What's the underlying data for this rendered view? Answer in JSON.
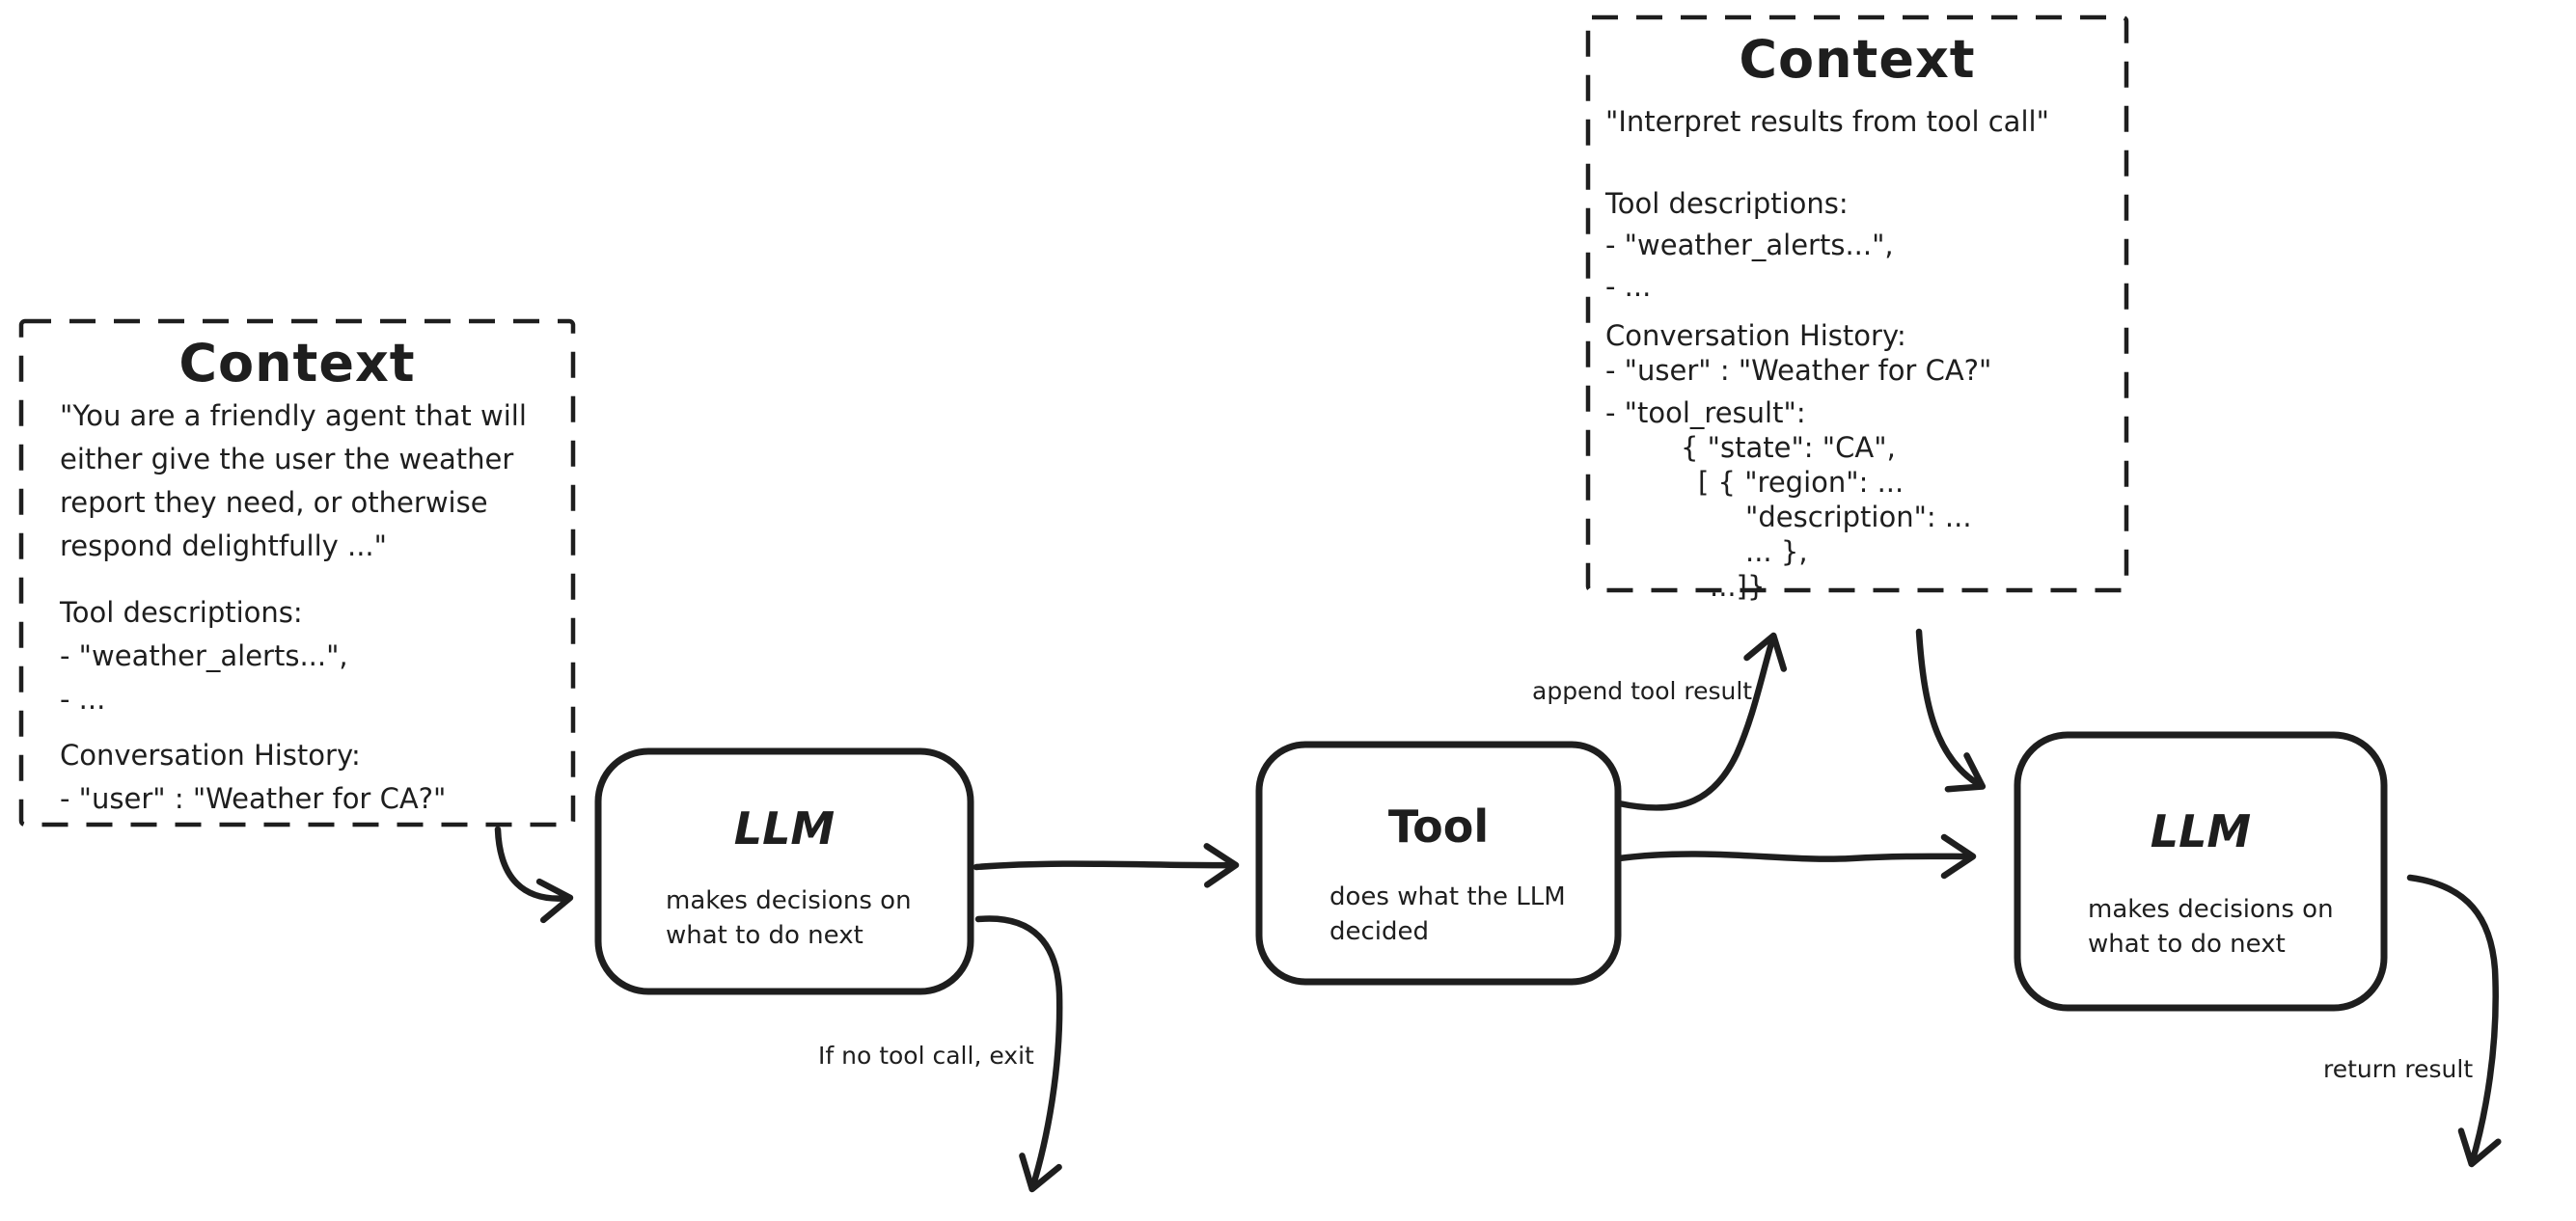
{
  "colors": {
    "ink": "#1e1e1e",
    "background": "#ffffff"
  },
  "context_left": {
    "title": "Context",
    "body_lines": [
      "\"You are a friendly agent that will",
      "either give the user the weather",
      "report they need, or otherwise",
      "respond delightfully ...\""
    ],
    "tool_lines": [
      "Tool descriptions:",
      "- \"weather_alerts...\",",
      "- ..."
    ],
    "history_lines": [
      "Conversation History:",
      "- \"user\" : \"Weather for CA?\""
    ]
  },
  "context_top": {
    "title": "Context",
    "subtitle": "\"Interpret results from tool call\"",
    "tool_lines": [
      "Tool descriptions:",
      "- \"weather_alerts...\",",
      "- ..."
    ],
    "history_lines": [
      "Conversation History:",
      "- \"user\" : \"Weather for CA?\"",
      "- \"tool_result\":",
      "{ \"state\": \"CA\",",
      "[ { \"region\": ...",
      "\"description\": ...",
      "... },",
      "...]}"
    ]
  },
  "nodes": {
    "llm1": {
      "title": "LLM",
      "sub_lines": [
        "makes decisions on",
        "what to do next"
      ]
    },
    "tool": {
      "title": "Tool",
      "sub_lines": [
        "does what the LLM",
        "decided"
      ]
    },
    "llm2": {
      "title": "LLM",
      "sub_lines": [
        "makes decisions on",
        "what to do next"
      ]
    }
  },
  "edge_labels": {
    "append_tool_result": "append tool result",
    "if_no_tool_call": "If no tool call, exit",
    "return_result": "return result"
  }
}
